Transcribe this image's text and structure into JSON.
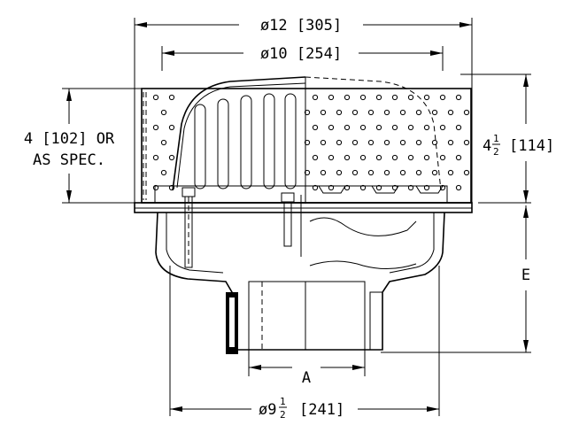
{
  "dimensions": {
    "overall_diameter": "ø12 [305]",
    "dome_diameter": "ø10 [254]",
    "flange_height_line1": "4 [102] OR",
    "flange_height_line2": "AS SPEC.",
    "dome_height_whole": "4",
    "dome_height_num": "1",
    "dome_height_den": "2",
    "dome_height_metric": "[114]",
    "dim_e": "E",
    "dim_a": "A",
    "body_diameter_prefix": "ø9",
    "body_diameter_num": "1",
    "body_diameter_den": "2",
    "body_diameter_metric": "[241]"
  }
}
